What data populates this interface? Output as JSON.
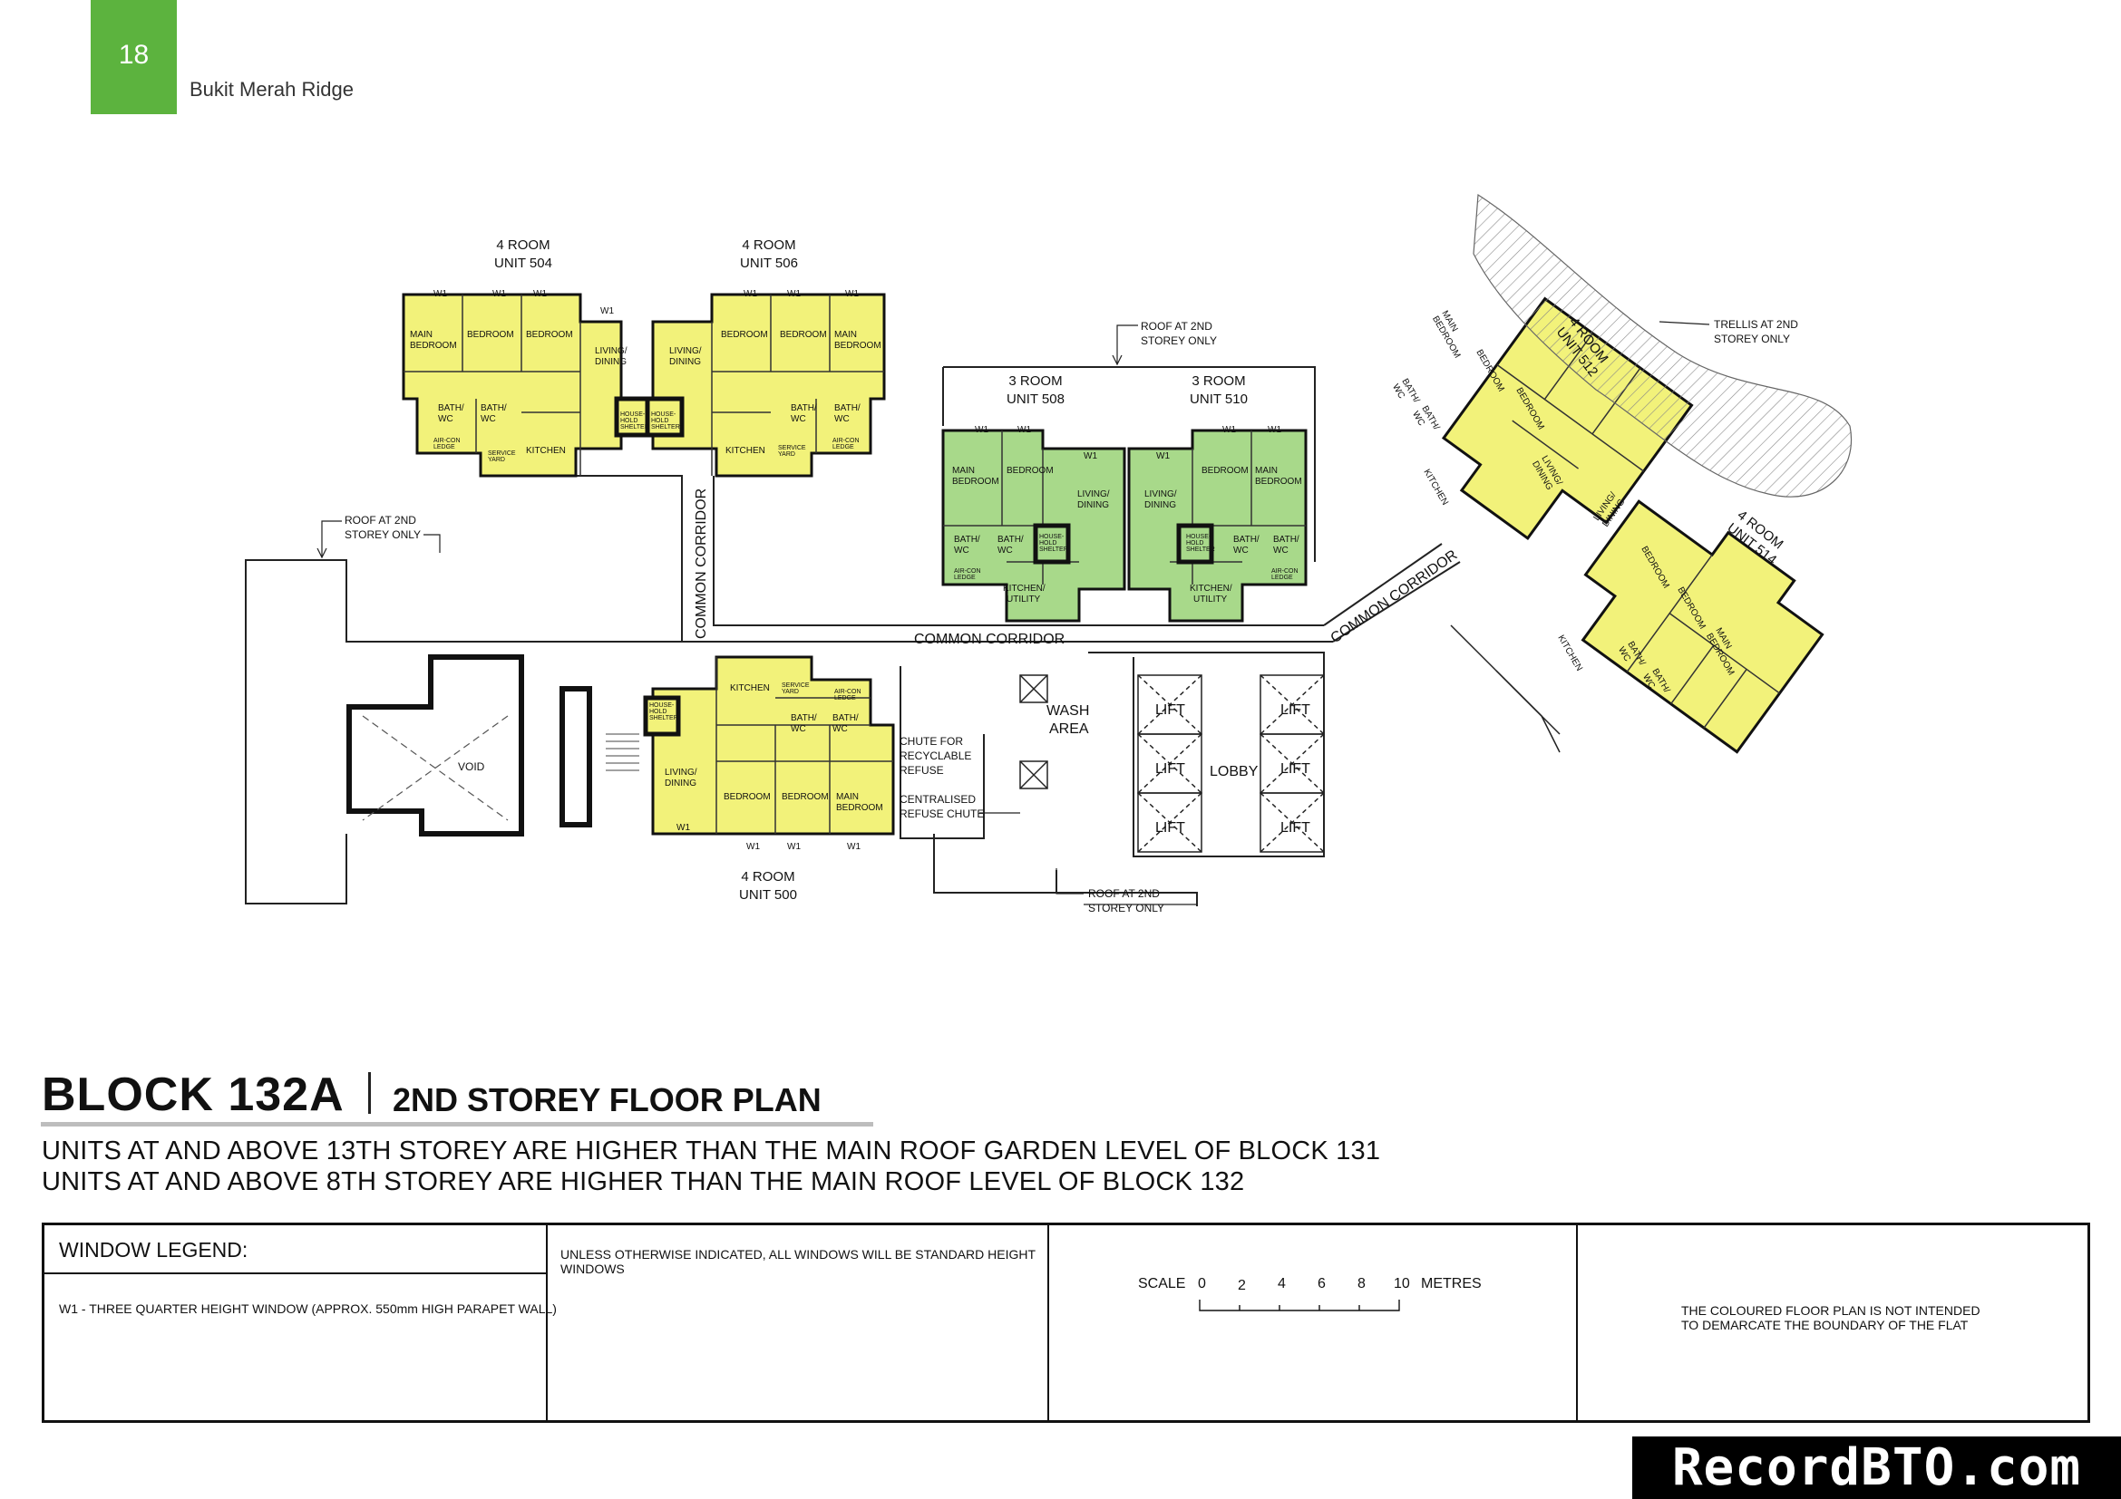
{
  "header": {
    "page_number": "18",
    "doc_title": "Bukit Merah Ridge"
  },
  "title": {
    "block": "BLOCK  132A",
    "storey": "2ND STOREY FLOOR PLAN"
  },
  "notes": [
    "UNITS AT AND ABOVE 13TH STOREY ARE HIGHER THAN THE MAIN ROOF GARDEN LEVEL OF BLOCK 131",
    "UNITS AT AND ABOVE 8TH STOREY ARE HIGHER THAN THE MAIN ROOF LEVEL OF BLOCK 132"
  ],
  "legend": {
    "heading": "WINDOW LEGEND:",
    "w1": "W1 -  THREE QUARTER HEIGHT WINDOW (APPROX. 550mm HIGH PARAPET WALL)",
    "standard": "UNLESS OTHERWISE INDICATED,  ALL WINDOWS WILL BE STANDARD HEIGHT WINDOWS",
    "scale_label": "SCALE",
    "scale_ticks": [
      "0",
      "2",
      "4",
      "6",
      "8",
      "10"
    ],
    "scale_unit": "METRES",
    "disclaimer_line1": "THE COLOURED FLOOR PLAN IS NOT INTENDED",
    "disclaimer_line2": "TO DEMARCATE THE BOUNDARY OF THE FLAT"
  },
  "plan": {
    "units": {
      "u504": [
        "4 ROOM",
        "UNIT 504"
      ],
      "u506": [
        "4 ROOM",
        "UNIT 506"
      ],
      "u508": [
        "3 ROOM",
        "UNIT 508"
      ],
      "u510": [
        "3 ROOM",
        "UNIT 510"
      ],
      "u500": [
        "4 ROOM",
        "UNIT 500"
      ],
      "u512": [
        "4 ROOM",
        "UNIT 512"
      ],
      "u514": [
        "4 ROOM",
        "UNIT 514"
      ]
    },
    "rooms": {
      "main_bedroom": [
        "MAIN",
        "BEDROOM"
      ],
      "bedroom": "BEDROOM",
      "living": [
        "LIVING/",
        "DINING"
      ],
      "bath": [
        "BATH/",
        "WC"
      ],
      "kitchen": "KITCHEN",
      "kitchen_utility": [
        "KITCHEN/",
        "UTILITY"
      ],
      "service_yard": [
        "SERVICE",
        "YARD"
      ],
      "shelter": [
        "HOUSE-",
        "HOLD",
        "SHELTER"
      ],
      "aircon": [
        "AIR-CON",
        "LEDGE"
      ],
      "window": "W1"
    },
    "labels": {
      "common_corridor": "COMMON CORRIDOR",
      "roof_2nd": [
        "ROOF AT 2ND",
        "STOREY ONLY"
      ],
      "trellis": [
        "TRELLIS AT 2ND",
        "STOREY ONLY"
      ],
      "chute_recycle": [
        "CHUTE FOR",
        "RECYCLABLE",
        "REFUSE"
      ],
      "refuse_chute": [
        "CENTRALISED",
        "REFUSE CHUTE"
      ],
      "wash_area": [
        "WASH",
        "AREA"
      ],
      "lift": "LIFT",
      "lobby": "LOBBY",
      "void": "VOID"
    },
    "colors": {
      "four_room": "#f2f27a",
      "three_room": "#a8d98a",
      "accent": "#5cb33e"
    }
  },
  "watermark": "RecordBTO.com"
}
